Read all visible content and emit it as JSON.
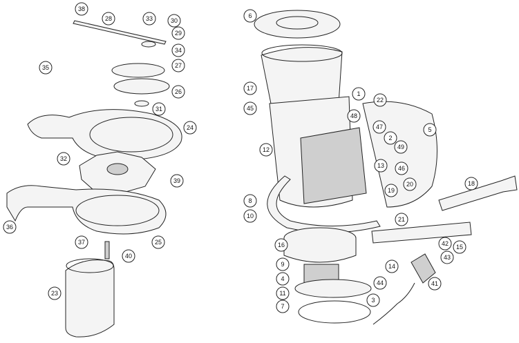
{
  "title": "Exploded parts diagram",
  "callouts": [
    "38",
    "28",
    "33",
    "30",
    "29",
    "34",
    "35",
    "27",
    "26",
    "31",
    "24",
    "32",
    "39",
    "36",
    "37",
    "40",
    "25",
    "23",
    "6",
    "17",
    "45",
    "1",
    "22",
    "48",
    "47",
    "2",
    "49",
    "5",
    "12",
    "13",
    "46",
    "20",
    "19",
    "18",
    "8",
    "10",
    "21",
    "15",
    "16",
    "42",
    "9",
    "14",
    "43",
    "41",
    "4",
    "44",
    "11",
    "3",
    "7"
  ]
}
